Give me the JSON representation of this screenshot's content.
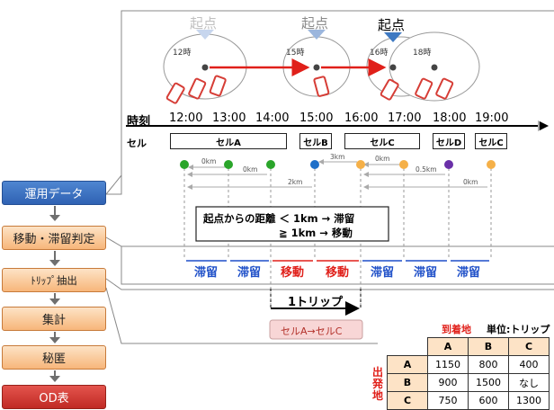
{
  "steps": [
    "運用データ",
    "移動・滞留判定",
    "ﾄﾘｯﾌﾟ抽出",
    "集計",
    "秘匿",
    "OD表"
  ],
  "origin_labels": [
    "起点",
    "起点",
    "起点"
  ],
  "clock_labels": [
    "12時",
    "15時",
    "16時",
    "18時"
  ],
  "row_labels": {
    "time": "時刻",
    "cell": "セル"
  },
  "times": [
    "12:00",
    "13:00",
    "14:00",
    "15:00",
    "16:00",
    "17:00",
    "18:00",
    "19:00"
  ],
  "cells": [
    "セルA",
    "セルB",
    "セルC",
    "セルD",
    "セルC"
  ],
  "distances": [
    "0km",
    "0km",
    "2km",
    "3km",
    "0km",
    "0.5km",
    "0km"
  ],
  "rule": {
    "line1": "起点からの距離 ＜ 1km → 滞留",
    "line2": "≧ 1km → 移動"
  },
  "states": [
    "滞留",
    "滞留",
    "移動",
    "移動",
    "滞留",
    "滞留",
    "滞留"
  ],
  "trip": {
    "label": "1トリップ",
    "route": "セルA→セルC"
  },
  "od": {
    "dest_title": "到着地",
    "unit": "単位:トリップ",
    "origin_title": "出発地",
    "cols": [
      "A",
      "B",
      "C"
    ],
    "rows": [
      {
        "h": "A",
        "v": [
          "1150",
          "800",
          "400"
        ]
      },
      {
        "h": "B",
        "v": [
          "900",
          "1500",
          "なし"
        ]
      },
      {
        "h": "C",
        "v": [
          "750",
          "600",
          "1300"
        ]
      }
    ]
  },
  "colors": {
    "green": "#2aa52a",
    "blue": "#1e6fc8",
    "orange": "#f5b048",
    "purple": "#6a2fa8",
    "stay": "#1e4fc8",
    "move": "#e0201a"
  }
}
